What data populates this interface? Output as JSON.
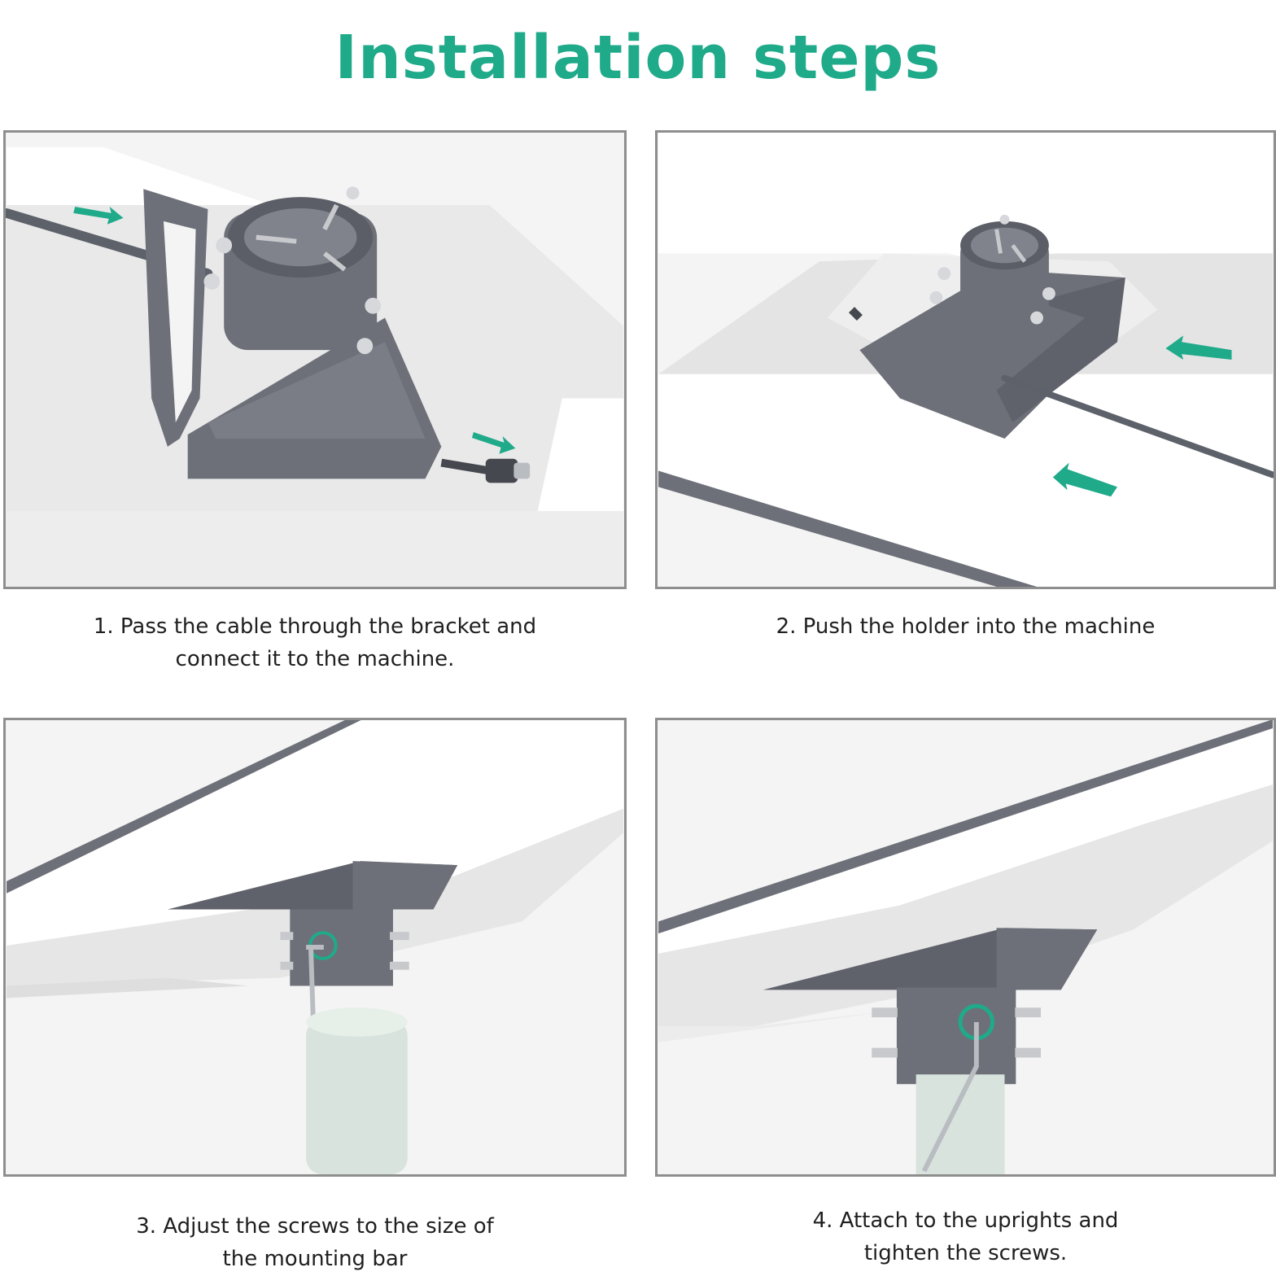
{
  "title": "Installation steps",
  "colors": {
    "accent": "#1faa8a",
    "bracket": "#6d7079",
    "panel_border": "#8e8e8e",
    "caption_text": "#1f1f1f"
  },
  "steps": [
    {
      "caption_line1": "1. Pass the cable through the bracket and",
      "caption_line2": "connect it to the machine."
    },
    {
      "caption_line1": "2. Push the holder into the machine",
      "caption_line2": ""
    },
    {
      "caption_line1": "3. Adjust the screws to the size of",
      "caption_line2": "the mounting bar"
    },
    {
      "caption_line1": "4. Attach to the uprights and",
      "caption_line2": "tighten the screws."
    }
  ]
}
